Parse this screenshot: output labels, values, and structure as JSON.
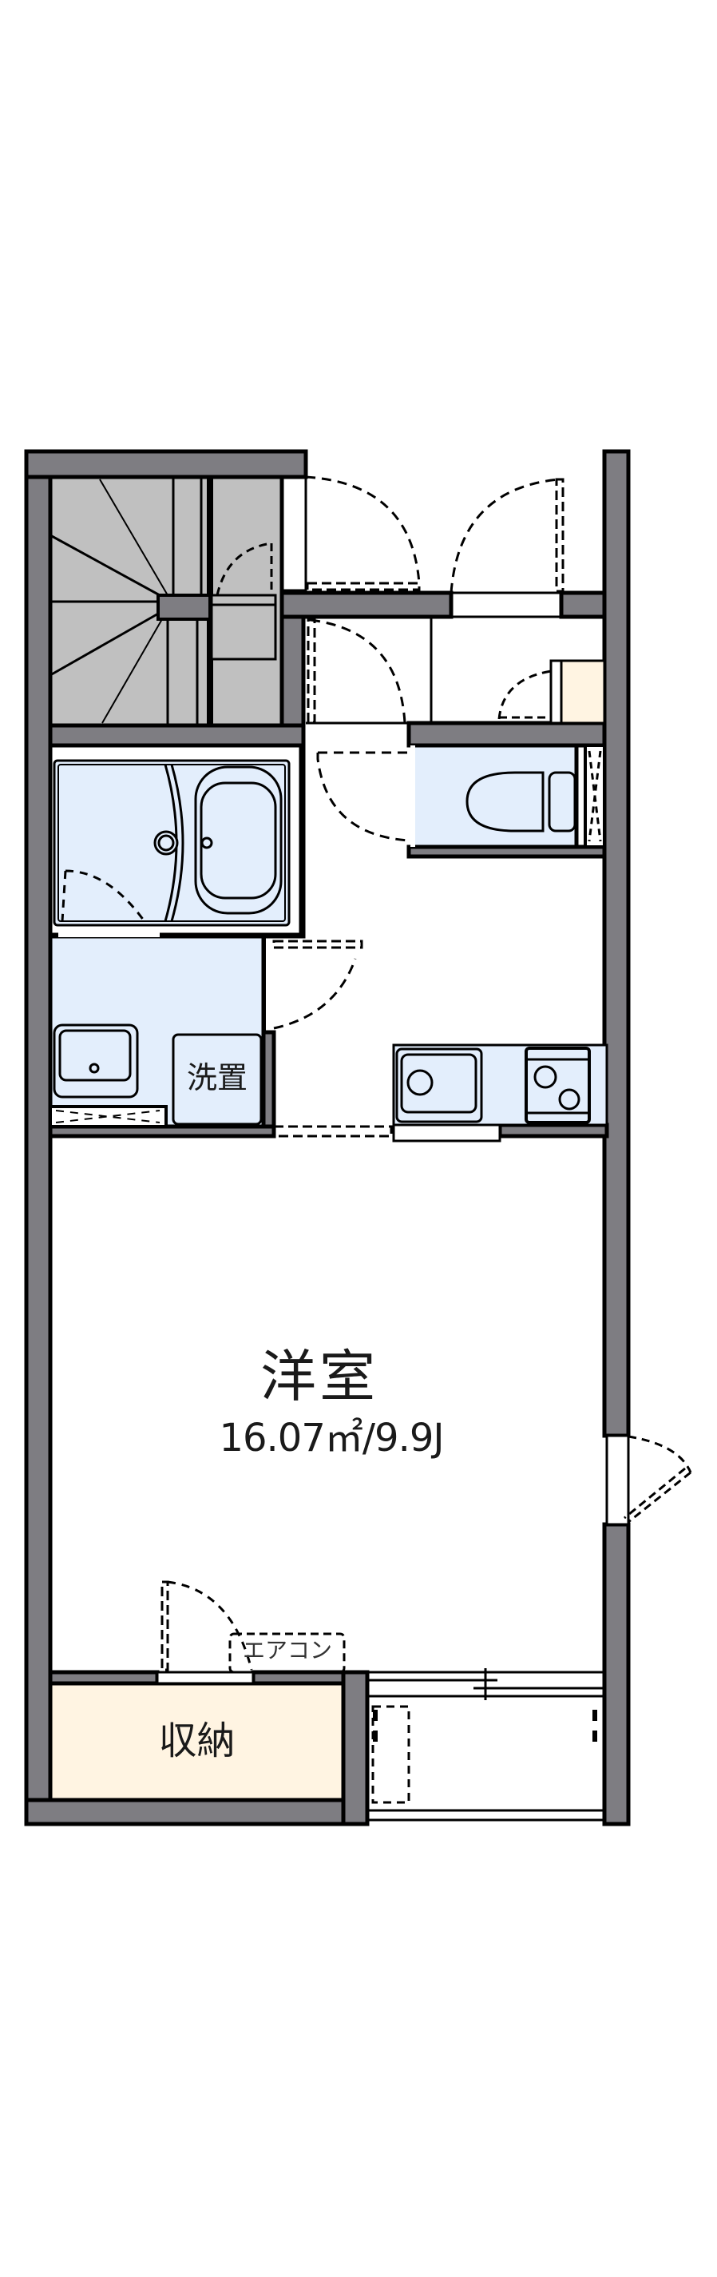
{
  "plan": {
    "type": "floor-plan",
    "colors": {
      "wall": "#7e7d82",
      "outline": "#000000",
      "stairs": "#c0c0c0",
      "wet_area": "#e3eefc",
      "storage": "#fff4e2",
      "background": "#ffffff"
    }
  },
  "rooms": {
    "western_room": {
      "name": "洋室",
      "area": "16.07㎡/9.9J"
    },
    "washer_space": {
      "label": "洗置"
    },
    "storage": {
      "label": "収納"
    },
    "aircon": {
      "label": "エアコン"
    }
  }
}
